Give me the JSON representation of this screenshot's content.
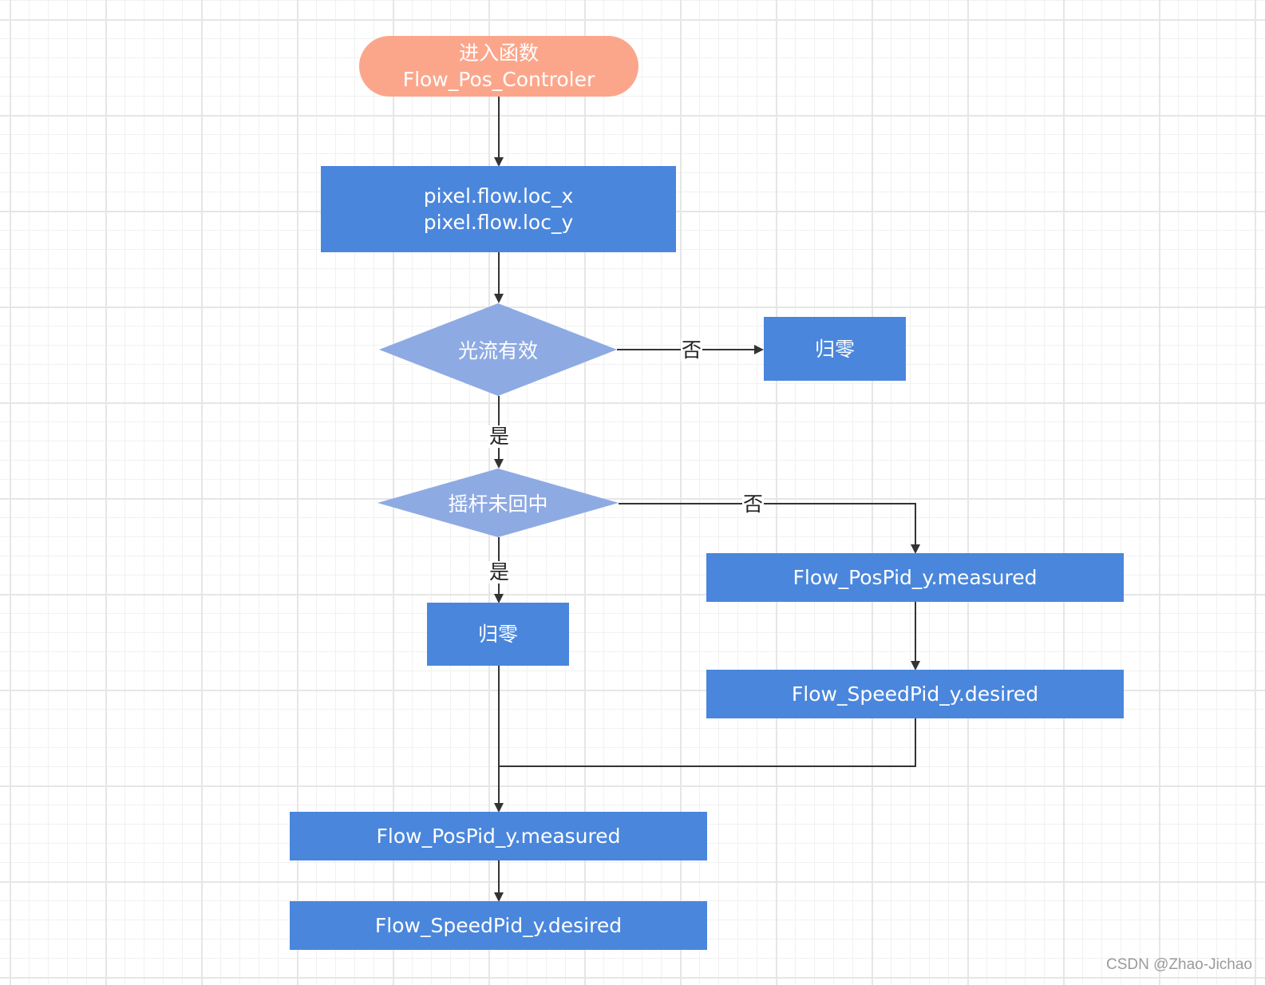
{
  "flowchart": {
    "start": "进入函数\nFlow_Pos_Controler",
    "read_flow": "pixel.flow.loc_x\npixel.flow.loc_y",
    "decision_flow_valid": "光流有效",
    "decision_stick_not_centered": "摇杆未回中",
    "reset_when_invalid": "归零",
    "reset_when_stick_moved": "归零",
    "branch_pos_measured": "Flow_PosPid_y.measured",
    "branch_speed_desired": "Flow_SpeedPid_y.desired",
    "final_pos_measured": "Flow_PosPid_y.measured",
    "final_speed_desired": "Flow_SpeedPid_y.desired"
  },
  "edge_labels": {
    "flow_valid_no": "否",
    "flow_valid_yes": "是",
    "stick_no": "否",
    "stick_yes": "是"
  },
  "colors": {
    "terminal_fill": "#fba68b",
    "process_fill": "#4a86dc",
    "decision_fill": "#8eaae3",
    "connector": "#333333"
  },
  "watermark": "CSDN @Zhao-Jichao"
}
